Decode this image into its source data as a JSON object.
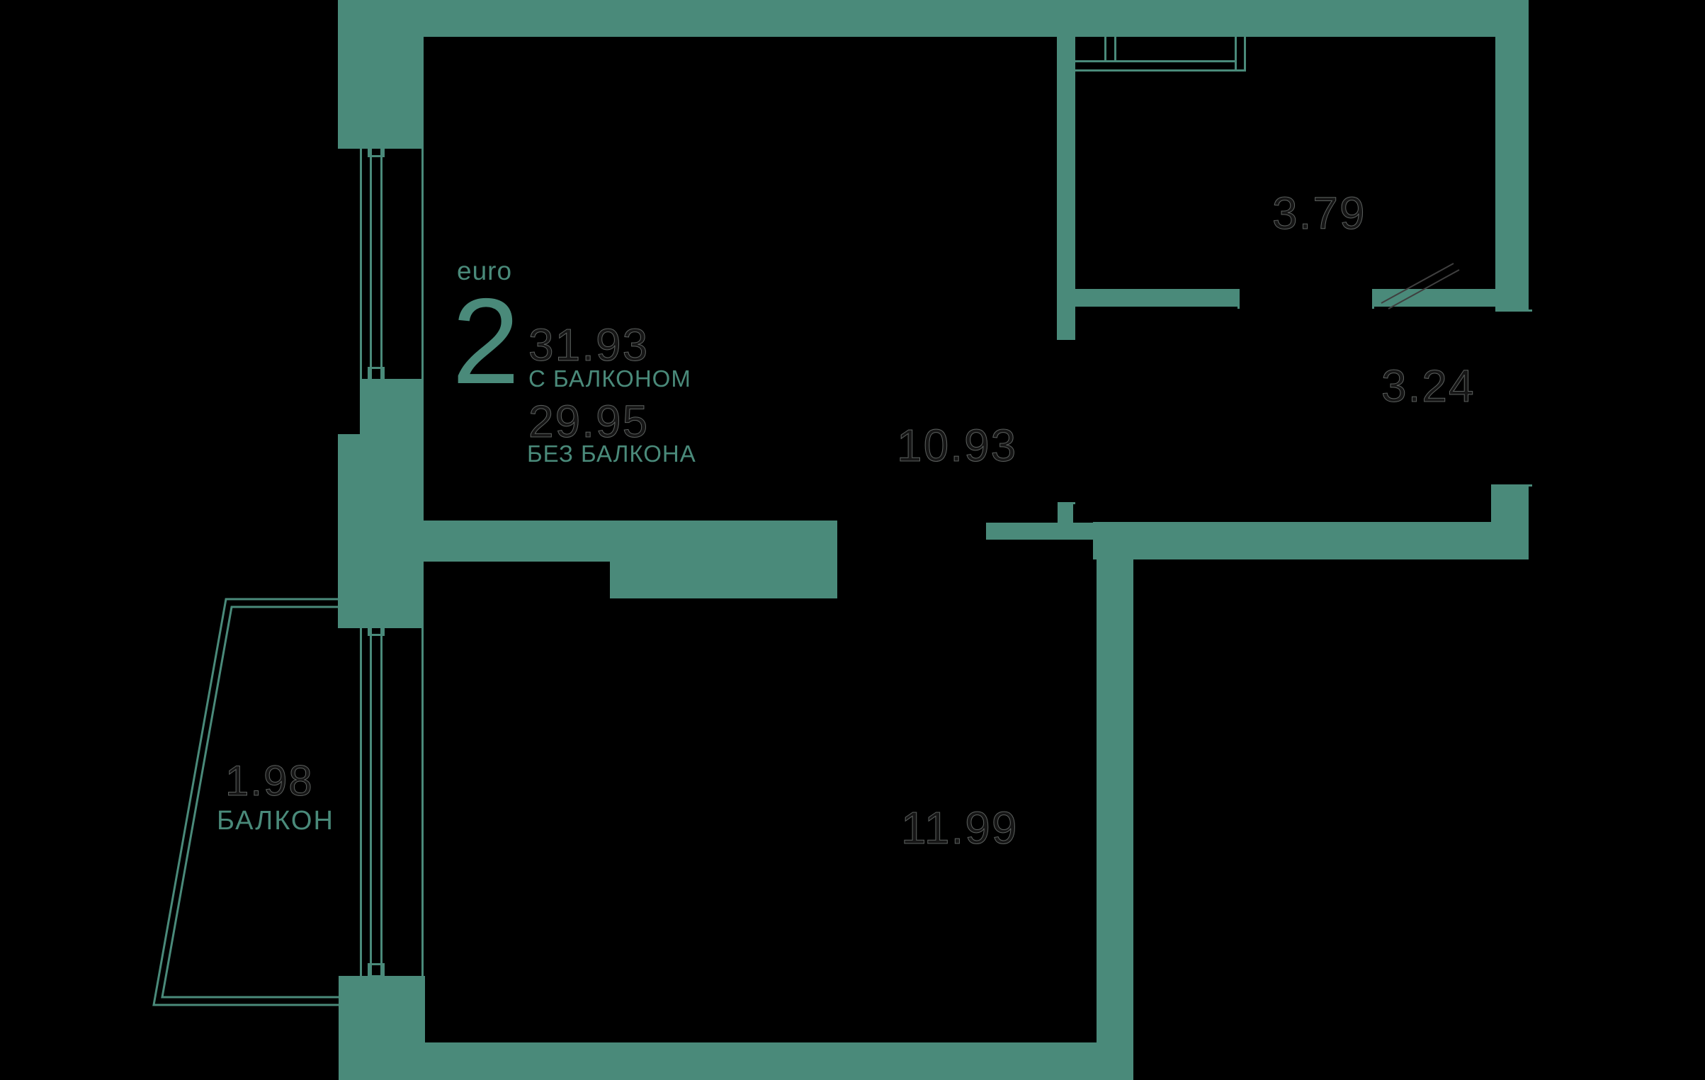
{
  "header": {
    "type_label": "euro",
    "room_count": "2"
  },
  "totals": {
    "with_balcony_value": "31.93",
    "with_balcony_label": "С БАЛКОНОМ",
    "without_balcony_value": "29.95",
    "without_balcony_label": "БЕЗ БАЛКОНА"
  },
  "rooms": {
    "living_kitchen": {
      "area": "10.93"
    },
    "storage_top_right": {
      "area": "3.79"
    },
    "hallway": {
      "area": "3.24"
    },
    "bedroom": {
      "area": "11.99"
    },
    "balcony": {
      "area": "1.98",
      "label": "БАЛКОН"
    }
  },
  "colors": {
    "wall": "#4a8a7a",
    "accent_text": "#4a8a7a",
    "area_text": "#161616",
    "background": "#000000"
  }
}
